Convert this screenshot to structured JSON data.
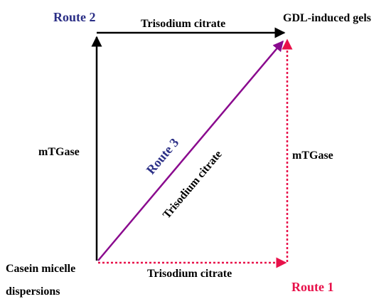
{
  "nodes": {
    "start": [
      "Casein micelle",
      "dispersions"
    ],
    "end": "GDL-induced gels"
  },
  "routes": {
    "route1": {
      "label": "Route 1",
      "color": "#e8114a",
      "style": "dotted"
    },
    "route2": {
      "label": "Route 2",
      "color": "#2b2f86",
      "style": "solid"
    },
    "route3": {
      "label": "Route 3",
      "color": "#2b2f86",
      "style": "solid"
    }
  },
  "edges": {
    "top": "Trisodium citrate",
    "bottom": "Trisodium citrate",
    "left": "mTGase",
    "right": "mTGase",
    "diagonal": "Trisodium citrate"
  },
  "colors": {
    "black_arrow": "#000000",
    "red_arrow": "#e8114a",
    "diagonal_arrow": "#8a0a8e",
    "route_blue": "#2b2f86"
  }
}
